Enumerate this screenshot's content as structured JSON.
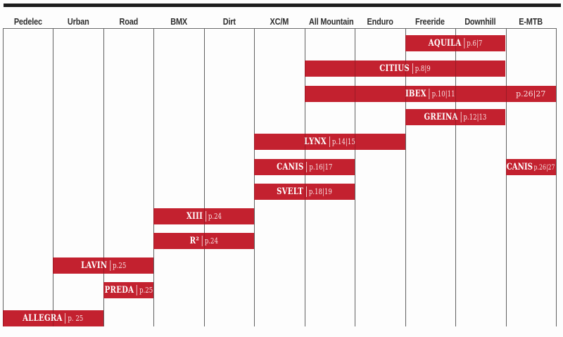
{
  "chart_data": {
    "type": "gantt",
    "categories": [
      "Pedelec",
      "Urban",
      "Road",
      "BMX",
      "Dirt",
      "XC/M",
      "All Mountain",
      "Enduro",
      "Freeride",
      "Downhill",
      "E-MTB"
    ],
    "bars": [
      {
        "row": 0,
        "model": "AQUILA",
        "pages": "p.6|7",
        "start": "Freeride",
        "end": "Downhill"
      },
      {
        "row": 1,
        "model": "CITIUS",
        "pages": "p.8|9",
        "start": "All Mountain",
        "end": "Downhill"
      },
      {
        "row": 2,
        "model": "IBEX",
        "pages": "p.10|11",
        "start": "All Mountain",
        "end": "E-MTB",
        "extra_pages": {
          "text": "p.26|27",
          "col": "E-MTB"
        }
      },
      {
        "row": 3,
        "model": "GREINA",
        "pages": "p.12|13",
        "start": "Freeride",
        "end": "Downhill"
      },
      {
        "row": 4,
        "model": "LYNX",
        "pages": "p.14|15",
        "start": "XC/M",
        "end": "Enduro"
      },
      {
        "row": 5,
        "model": "CANIS",
        "pages": "p.16|17",
        "start": "XC/M",
        "end": "All Mountain"
      },
      {
        "row": 5,
        "model": "CANIS",
        "pages": "p.26|27",
        "start": "E-MTB",
        "end": "E-MTB",
        "compact": true
      },
      {
        "row": 6,
        "model": "SVELT",
        "pages": "p.18|19",
        "start": "XC/M",
        "end": "All Mountain"
      },
      {
        "row": 7,
        "model": "XIII",
        "pages": "p.24",
        "start": "BMX",
        "end": "Dirt"
      },
      {
        "row": 8,
        "model": "R²",
        "pages": "p.24",
        "start": "BMX",
        "end": "Dirt"
      },
      {
        "row": 9,
        "model": "LAVIN",
        "pages": "p.25",
        "start": "Urban",
        "end": "Road"
      },
      {
        "row": 10,
        "model": "PREDA",
        "pages": "p.25",
        "start": "Road",
        "end": "Road"
      },
      {
        "row": 11,
        "model": "ALLEGRA",
        "pages": "p. 25",
        "start": "Pedelec",
        "end": "Urban"
      }
    ],
    "colors": {
      "bar_red": "#c3212f",
      "grid_gray": "#6e6e6e",
      "top_bar_black": "#1d1d1d",
      "header_text": "#2e2e2e"
    }
  }
}
